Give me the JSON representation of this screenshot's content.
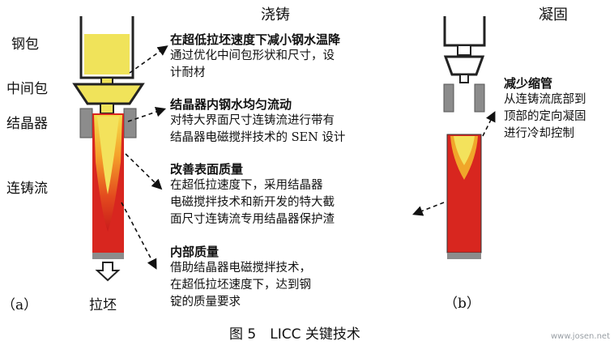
{
  "left_labels": [
    "钢包",
    "中间包",
    "结晶器",
    "连铸流"
  ],
  "headers": {
    "casting": "浇铸",
    "solidification": "凝固"
  },
  "annotations": [
    {
      "title": "在超低拉坯速度下减小钢水温降",
      "lines": [
        "通过优化中间包形状和尺寸，设",
        "计耐材"
      ]
    },
    {
      "title": "结晶器内钢水均匀流动",
      "lines": [
        "对特大界面尺寸连铸流进行带有",
        "结晶器电磁搅拌技术的 SEN 设计"
      ]
    },
    {
      "title": "改善表面质量",
      "lines": [
        "在超低拉速度下，采用结晶器",
        "电磁搅拌技术和新开发的特大截",
        "面尺寸连铸流专用结晶器保护渣"
      ]
    },
    {
      "title": "内部质量",
      "lines": [
        "借助结晶器电磁搅拌技术，",
        "在超低拉坯速度下，达到钢",
        "锭的质量要求"
      ]
    }
  ],
  "shrink": {
    "title": "减少缩管",
    "lines": [
      "从连铸流底部到",
      "顶部的定向凝固",
      "进行冷却控制"
    ]
  },
  "bottom_a": {
    "label": "（a）",
    "draw": "拉坯"
  },
  "bottom_b": {
    "label": "（b）"
  },
  "caption": "图 5　LICC 关键技术",
  "watermark": "www.josen.net",
  "colors": {
    "steel_yellow": "#f0e35a",
    "hot_red": "#d8261f",
    "orange": "#f28a22",
    "grey": "#8c8c8c"
  }
}
